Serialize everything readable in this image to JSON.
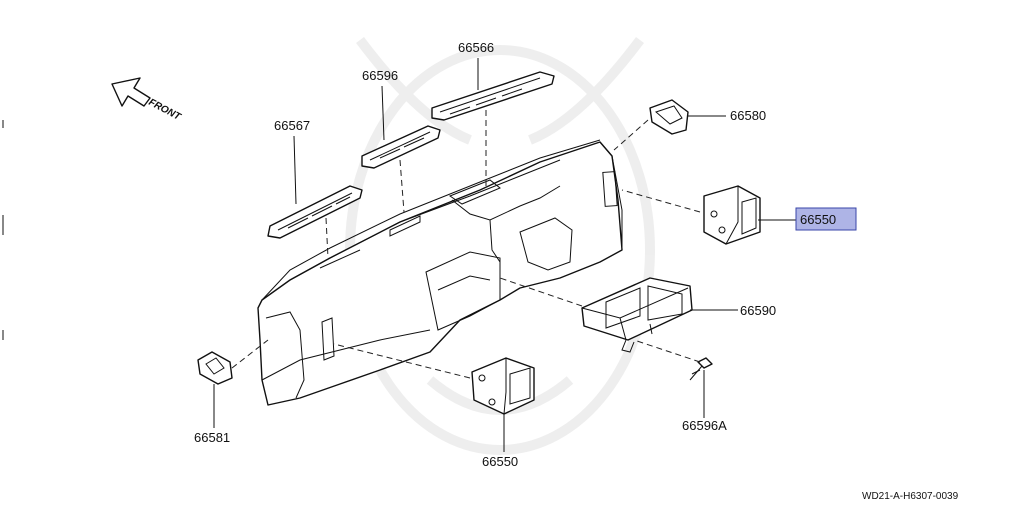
{
  "direction_label": "FRONT",
  "diagram_code": "WD21-A-H6307-0039",
  "highlight_color": "#aeb4e6",
  "parts": [
    {
      "id": "66566",
      "label": "66566"
    },
    {
      "id": "66596",
      "label": "66596"
    },
    {
      "id": "66567",
      "label": "66567"
    },
    {
      "id": "66580",
      "label": "66580"
    },
    {
      "id": "66550-right",
      "label": "66550",
      "highlighted": true
    },
    {
      "id": "66590",
      "label": "66590"
    },
    {
      "id": "66596A",
      "label": "66596A"
    },
    {
      "id": "66581",
      "label": "66581"
    },
    {
      "id": "66550-center",
      "label": "66550"
    }
  ]
}
